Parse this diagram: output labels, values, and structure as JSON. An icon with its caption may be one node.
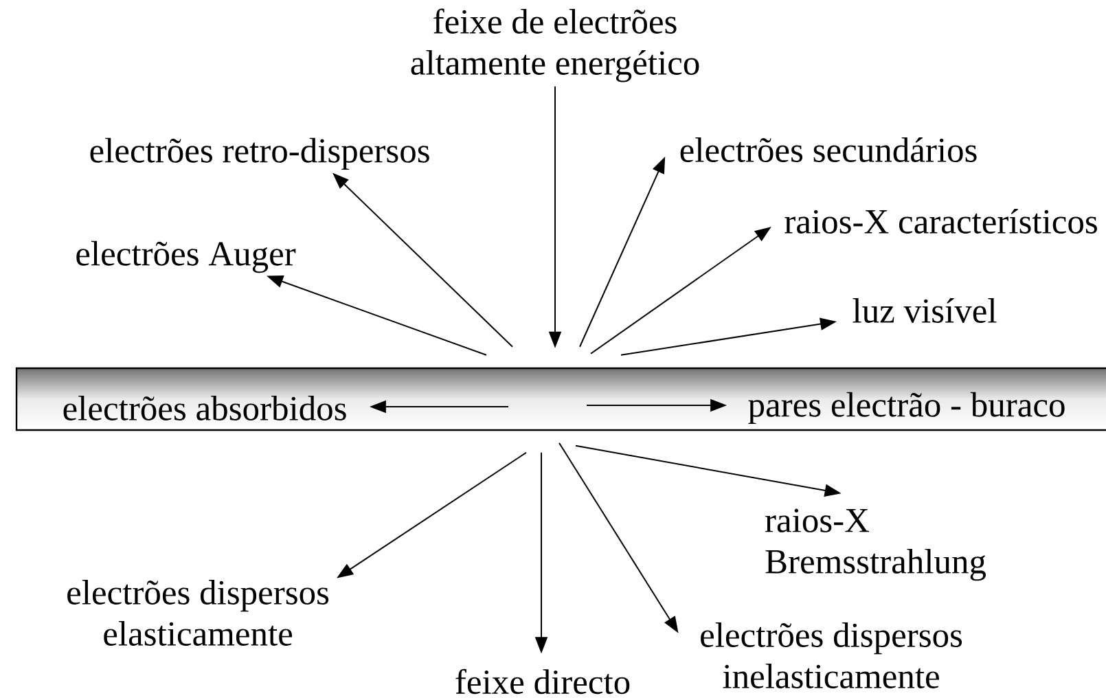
{
  "diagram": {
    "nodes": [
      {
        "text": [
          "feixe de electrões altamente energético"
        ]
      },
      {
        "text": [
          "electrões retro-dispersos"
        ]
      },
      {
        "text": [
          "electrões Auger"
        ]
      },
      {
        "text": [
          "electrões secundários"
        ]
      },
      {
        "text": [
          "raios-X característicos"
        ]
      },
      {
        "text": [
          "luz visível"
        ]
      },
      {
        "text": [],
        "shape": "bar"
      },
      {
        "text": [
          "electrões absorbidos"
        ],
        "in": 6
      },
      {
        "text": [
          "pares electrão - buraco"
        ],
        "in": 6
      },
      {
        "text": [
          "raios-X Bremsstrahlung"
        ]
      },
      {
        "text": [
          "electrões dispersos elasticamente"
        ]
      },
      {
        "text": [
          "feixe directo"
        ]
      },
      {
        "text": [
          "electrões dispersos inelasticamente"
        ]
      }
    ],
    "edges": [
      {
        "from": 0,
        "to": 6,
        "arrow": "to"
      },
      {
        "from": 6,
        "to": 1,
        "arrow": "to"
      },
      {
        "from": 6,
        "to": 2,
        "arrow": "to"
      },
      {
        "from": 6,
        "to": 3,
        "arrow": "to"
      },
      {
        "from": 6,
        "to": 4,
        "arrow": "to"
      },
      {
        "from": 6,
        "to": 5,
        "arrow": "to"
      },
      {
        "from": null,
        "to": 7,
        "arrow": "to"
      },
      {
        "from": null,
        "to": 8,
        "arrow": "to"
      },
      {
        "from": 6,
        "to": 9,
        "arrow": "to"
      },
      {
        "from": 6,
        "to": 10,
        "arrow": "to"
      },
      {
        "from": 6,
        "to": 11,
        "arrow": "to"
      },
      {
        "from": 6,
        "to": 12,
        "arrow": "to"
      }
    ]
  }
}
